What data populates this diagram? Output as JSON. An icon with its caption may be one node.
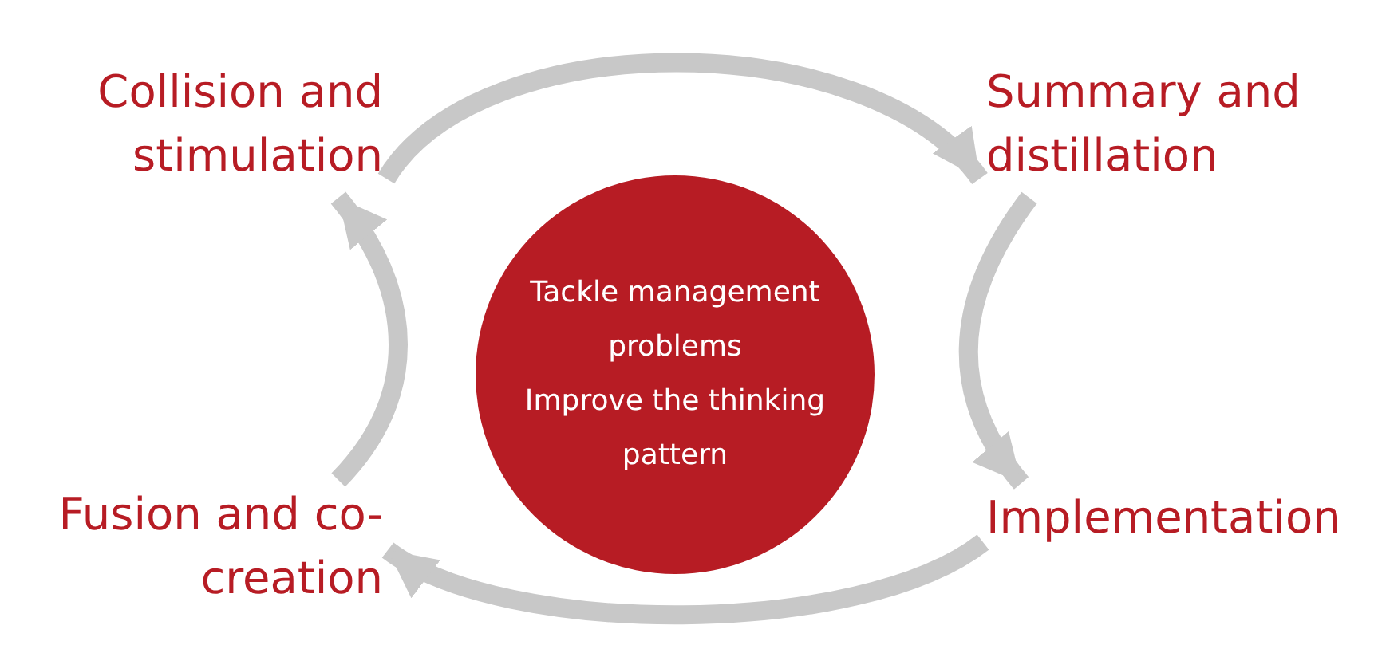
{
  "diagram": {
    "nodes": [
      {
        "text": [
          "Collision and stimulation"
        ]
      },
      {
        "text": [
          "Summary and distillation"
        ]
      },
      {
        "text": [
          "Tackle management problems",
          "Improve the thinking pattern"
        ]
      },
      {
        "text": [
          "Fusion and co-creation"
        ]
      },
      {
        "text": [
          "Implementation"
        ]
      }
    ],
    "edges": [
      {
        "from": 0,
        "to": 1,
        "arrow": "to"
      },
      {
        "from": 1,
        "to": 4,
        "arrow": "to"
      },
      {
        "from": 4,
        "to": 3,
        "arrow": "to"
      },
      {
        "from": 3,
        "to": 0,
        "arrow": "to"
      }
    ]
  }
}
